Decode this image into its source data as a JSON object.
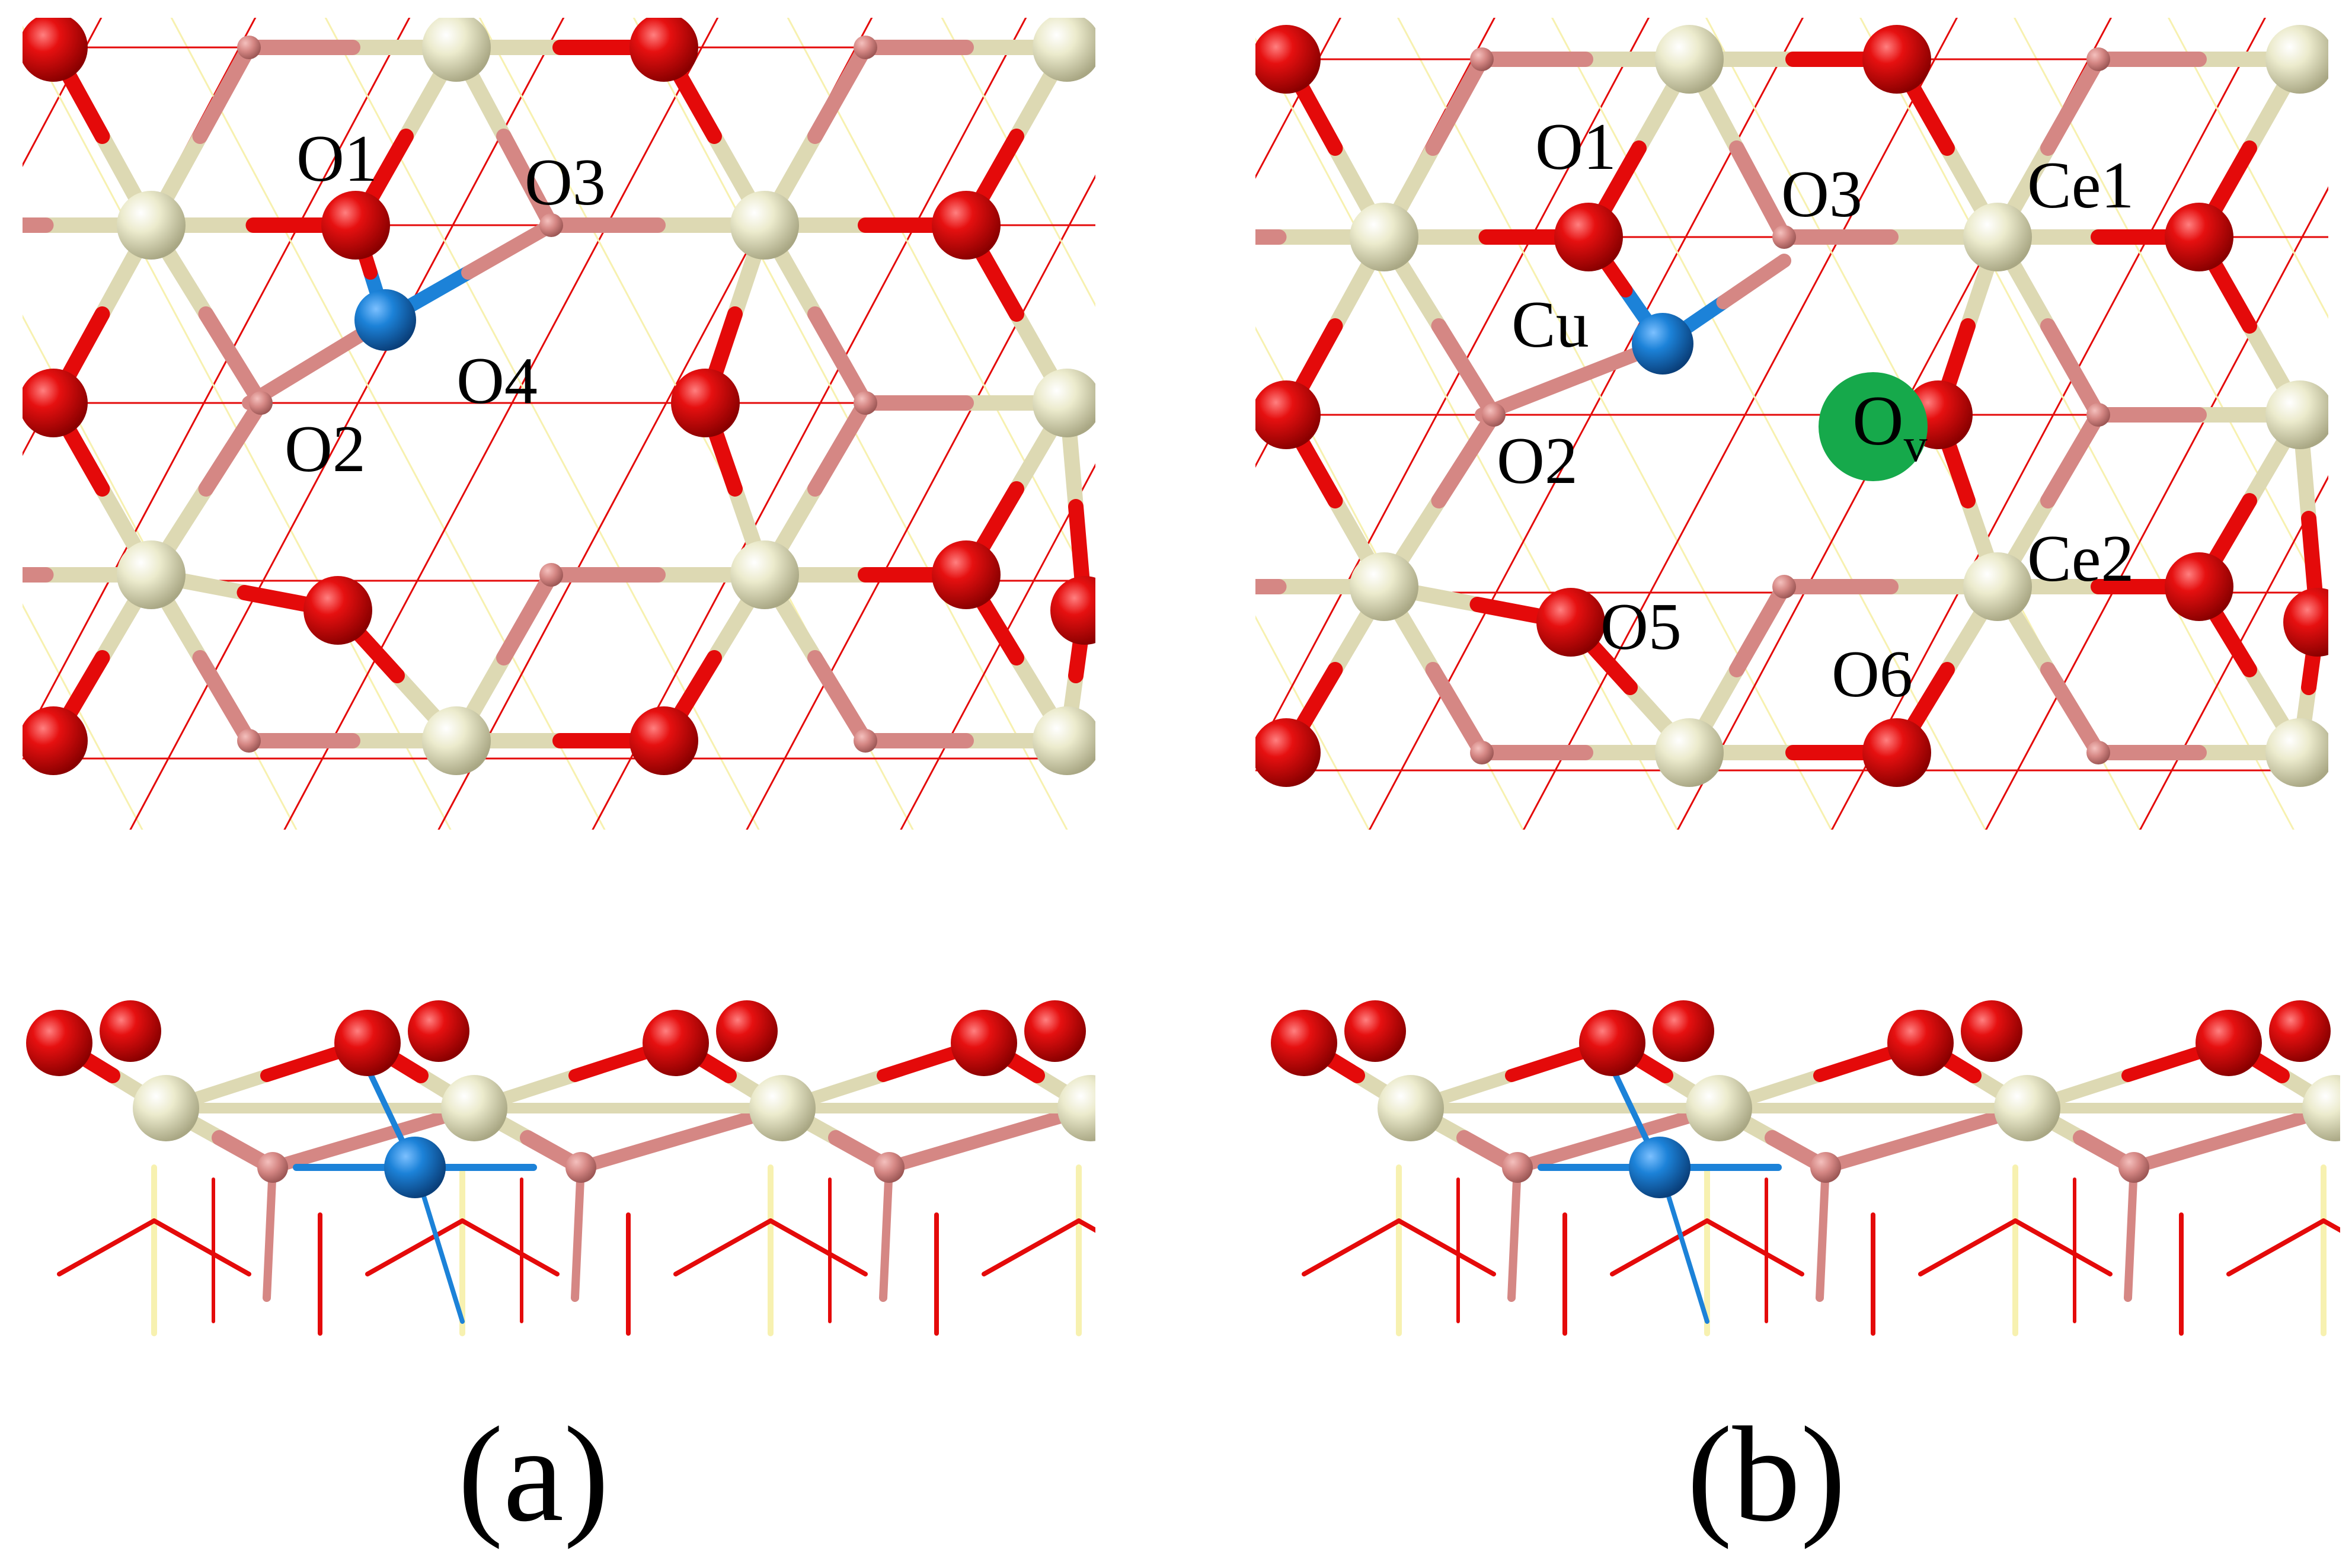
{
  "colors": {
    "oxygen": "#dd0b0b",
    "cerium": "#ecebcd",
    "cerium_dark": "#b9b794",
    "copper": "#1c82d8",
    "copper_dark": "#0d4f93",
    "vacancy": "#16a94b",
    "silicon_pink": "#d58784",
    "bond_red": "#e40a0a",
    "bond_cream": "#ddd9b3",
    "wire_yellow": "#f7f1b0"
  },
  "panel_a": {
    "caption": "(a)",
    "labels": {
      "o1": "O1",
      "o2": "O2",
      "o3": "O3",
      "o4": "O4"
    }
  },
  "panel_b": {
    "caption": "(b)",
    "labels": {
      "o1": "O1",
      "o2": "O2",
      "o3": "O3",
      "o5": "O5",
      "o6": "O6",
      "cu": "Cu",
      "ce1": "Ce1",
      "ce2": "Ce2",
      "ov_main": "O",
      "ov_sub": "v"
    }
  }
}
